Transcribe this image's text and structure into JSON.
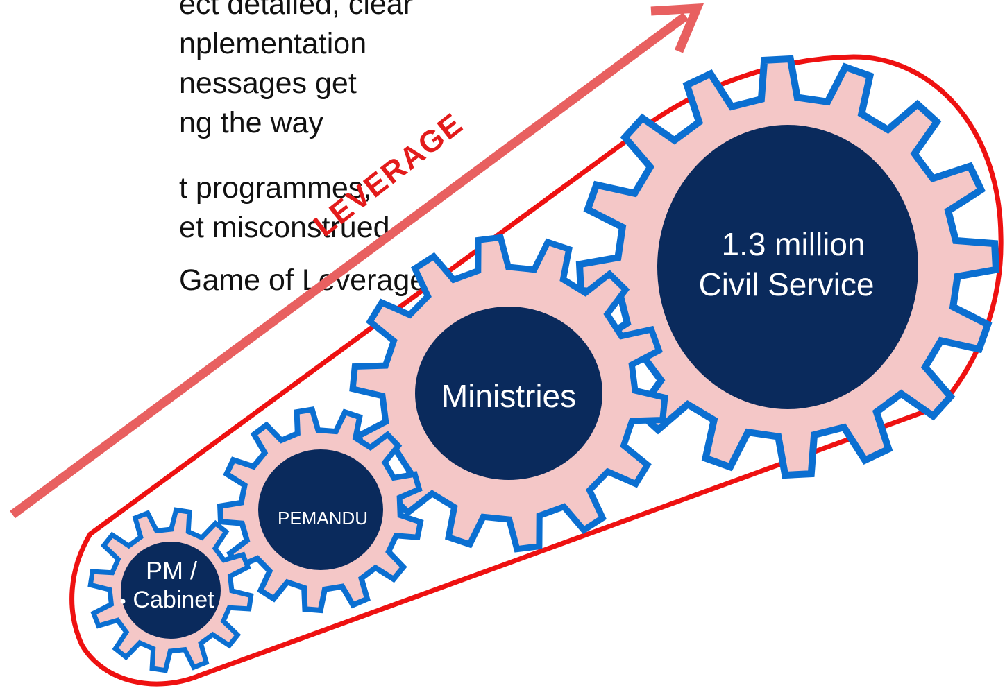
{
  "colors": {
    "arrow": "#e86060",
    "belt": "#ee1111",
    "gear_fill": "#f4c7c7",
    "gear_outline": "#0b6fd1",
    "hub": "#0a2a5c",
    "leverage_text": "#e31b1b"
  },
  "bullets": {
    "line1": "ect detailed, clear",
    "line2": "nplementation",
    "line3": "nessages get",
    "line4": "ng the way",
    "line5": "t programmes,",
    "line6": "et misconstrued",
    "line7": "Game of Leverage”"
  },
  "leverage": {
    "label": "LEVERAGE"
  },
  "gears": [
    {
      "id": "pm-cabinet",
      "line1": "PM /",
      "line2": "Cabinet"
    },
    {
      "id": "pemandu",
      "line1": "PEMANDU",
      "line2": ""
    },
    {
      "id": "ministries",
      "line1": "Ministries",
      "line2": ""
    },
    {
      "id": "civil-service",
      "line1": "1.3 million",
      "line2": "Civil Service"
    }
  ]
}
